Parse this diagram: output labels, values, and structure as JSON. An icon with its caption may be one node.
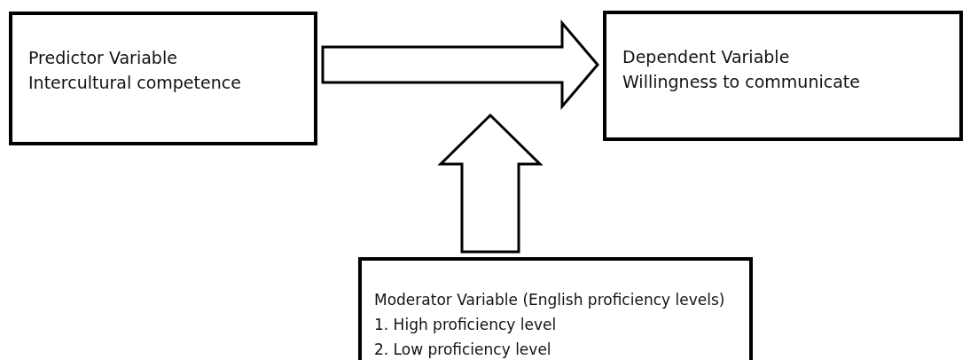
{
  "diagram": {
    "nodes": [
      {
        "text": [
          "Predictor Variable",
          "Intercultural competence"
        ]
      },
      {
        "text": [
          "Dependent Variable",
          "Willingness to communicate"
        ]
      },
      {
        "text": [
          "Moderator Variable (English proficiency levels)",
          "1. High proficiency level",
          "2. Low proficiency level"
        ]
      }
    ],
    "edges": [
      {
        "from": 0,
        "to": 1,
        "arrow": "to",
        "style": "thick"
      },
      {
        "from": 2,
        "to": null,
        "arrow": "to",
        "style": "thick"
      }
    ]
  }
}
